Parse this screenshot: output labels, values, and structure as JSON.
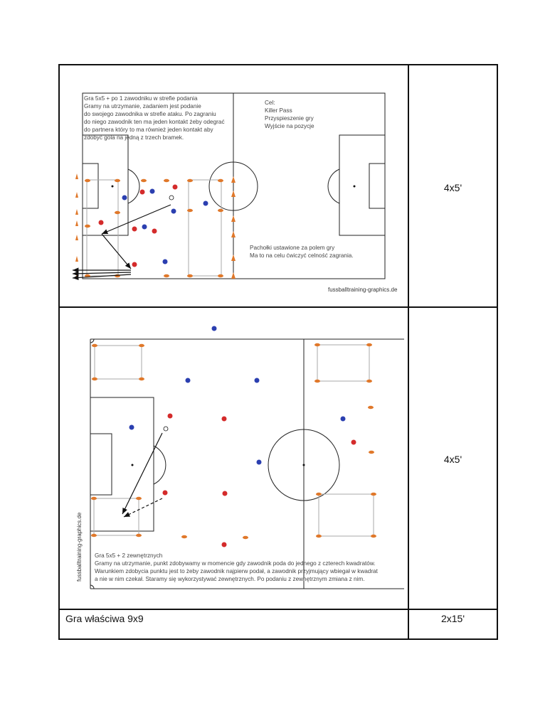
{
  "rows": [
    {
      "duration": "4x5'",
      "diagram": {
        "title_lines": [
          "Gra 5x5 + po 1 zawodniku w strefie podania",
          "Gramy na utrzymanie, zadaniem jest podanie",
          "do swojego zawodnika w strefie ataku. Po zagraniu",
          "do niego zawodnik ten ma jeden kontakt żeby odegrać",
          "do partnera który to ma również jeden kontakt aby",
          "zdobyć gola na jedną z trzech bramek."
        ],
        "goal_lines": [
          "Cel:",
          "Killer Pass",
          "Przyspieszenie gry",
          "Wyjście na pozycje"
        ],
        "cone_note_lines": [
          "Pachołki ustawione za polem gry",
          "Ma to na celu ćwiczyć celność zagrania."
        ],
        "watermark": "fussballtraining-graphics.de"
      }
    },
    {
      "duration": "4x5'",
      "diagram": {
        "note_lines": [
          "Gra 5x5 + 2 zewnętrznych",
          "Gramy na utrzymanie, punkt zdobywamy w momencie gdy zawodnik poda do jednego z czterech kwadratów.",
          "Warunkiem zdobycia punktu jest to żeby zawodnik najpierw podał, a zawodnik przyjmujący wbiegał w kwadrat",
          "a nie w nim czekał. Staramy się wykorzystywać zewnętrznych. Po podaniu z zewnętrznym zmiana z nim."
        ],
        "watermark": "fussballtraining-graphics.de"
      }
    },
    {
      "label": "Gra właściwa 9x9",
      "duration": "2x15'"
    }
  ],
  "colors": {
    "team_red": "#d42b2b",
    "team_blue": "#2b3fb0",
    "cone": "#e0782a"
  }
}
